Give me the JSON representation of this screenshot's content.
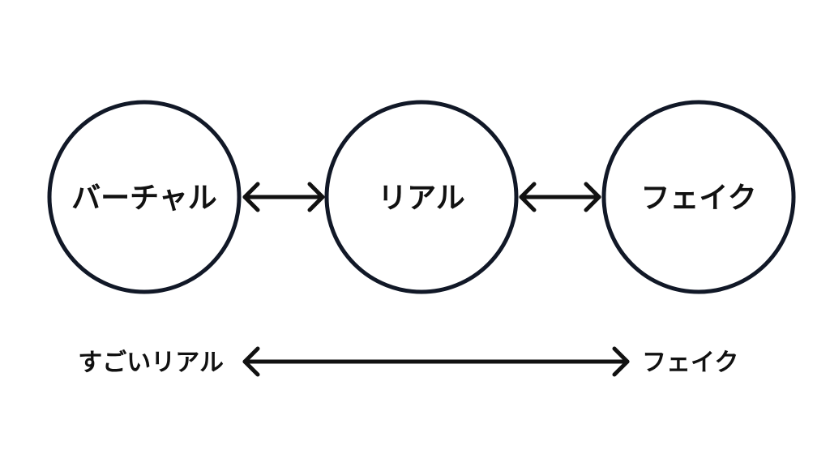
{
  "nodes": [
    {
      "id": "virtual",
      "label": "バーチャル"
    },
    {
      "id": "real",
      "label": "リアル"
    },
    {
      "id": "fake",
      "label": "フェイク"
    }
  ],
  "spectrum": {
    "left_label": "すごいリアル",
    "right_label": "フェイク"
  },
  "colors": {
    "stroke": "#111827",
    "text": "#111111",
    "background": "#ffffff"
  }
}
